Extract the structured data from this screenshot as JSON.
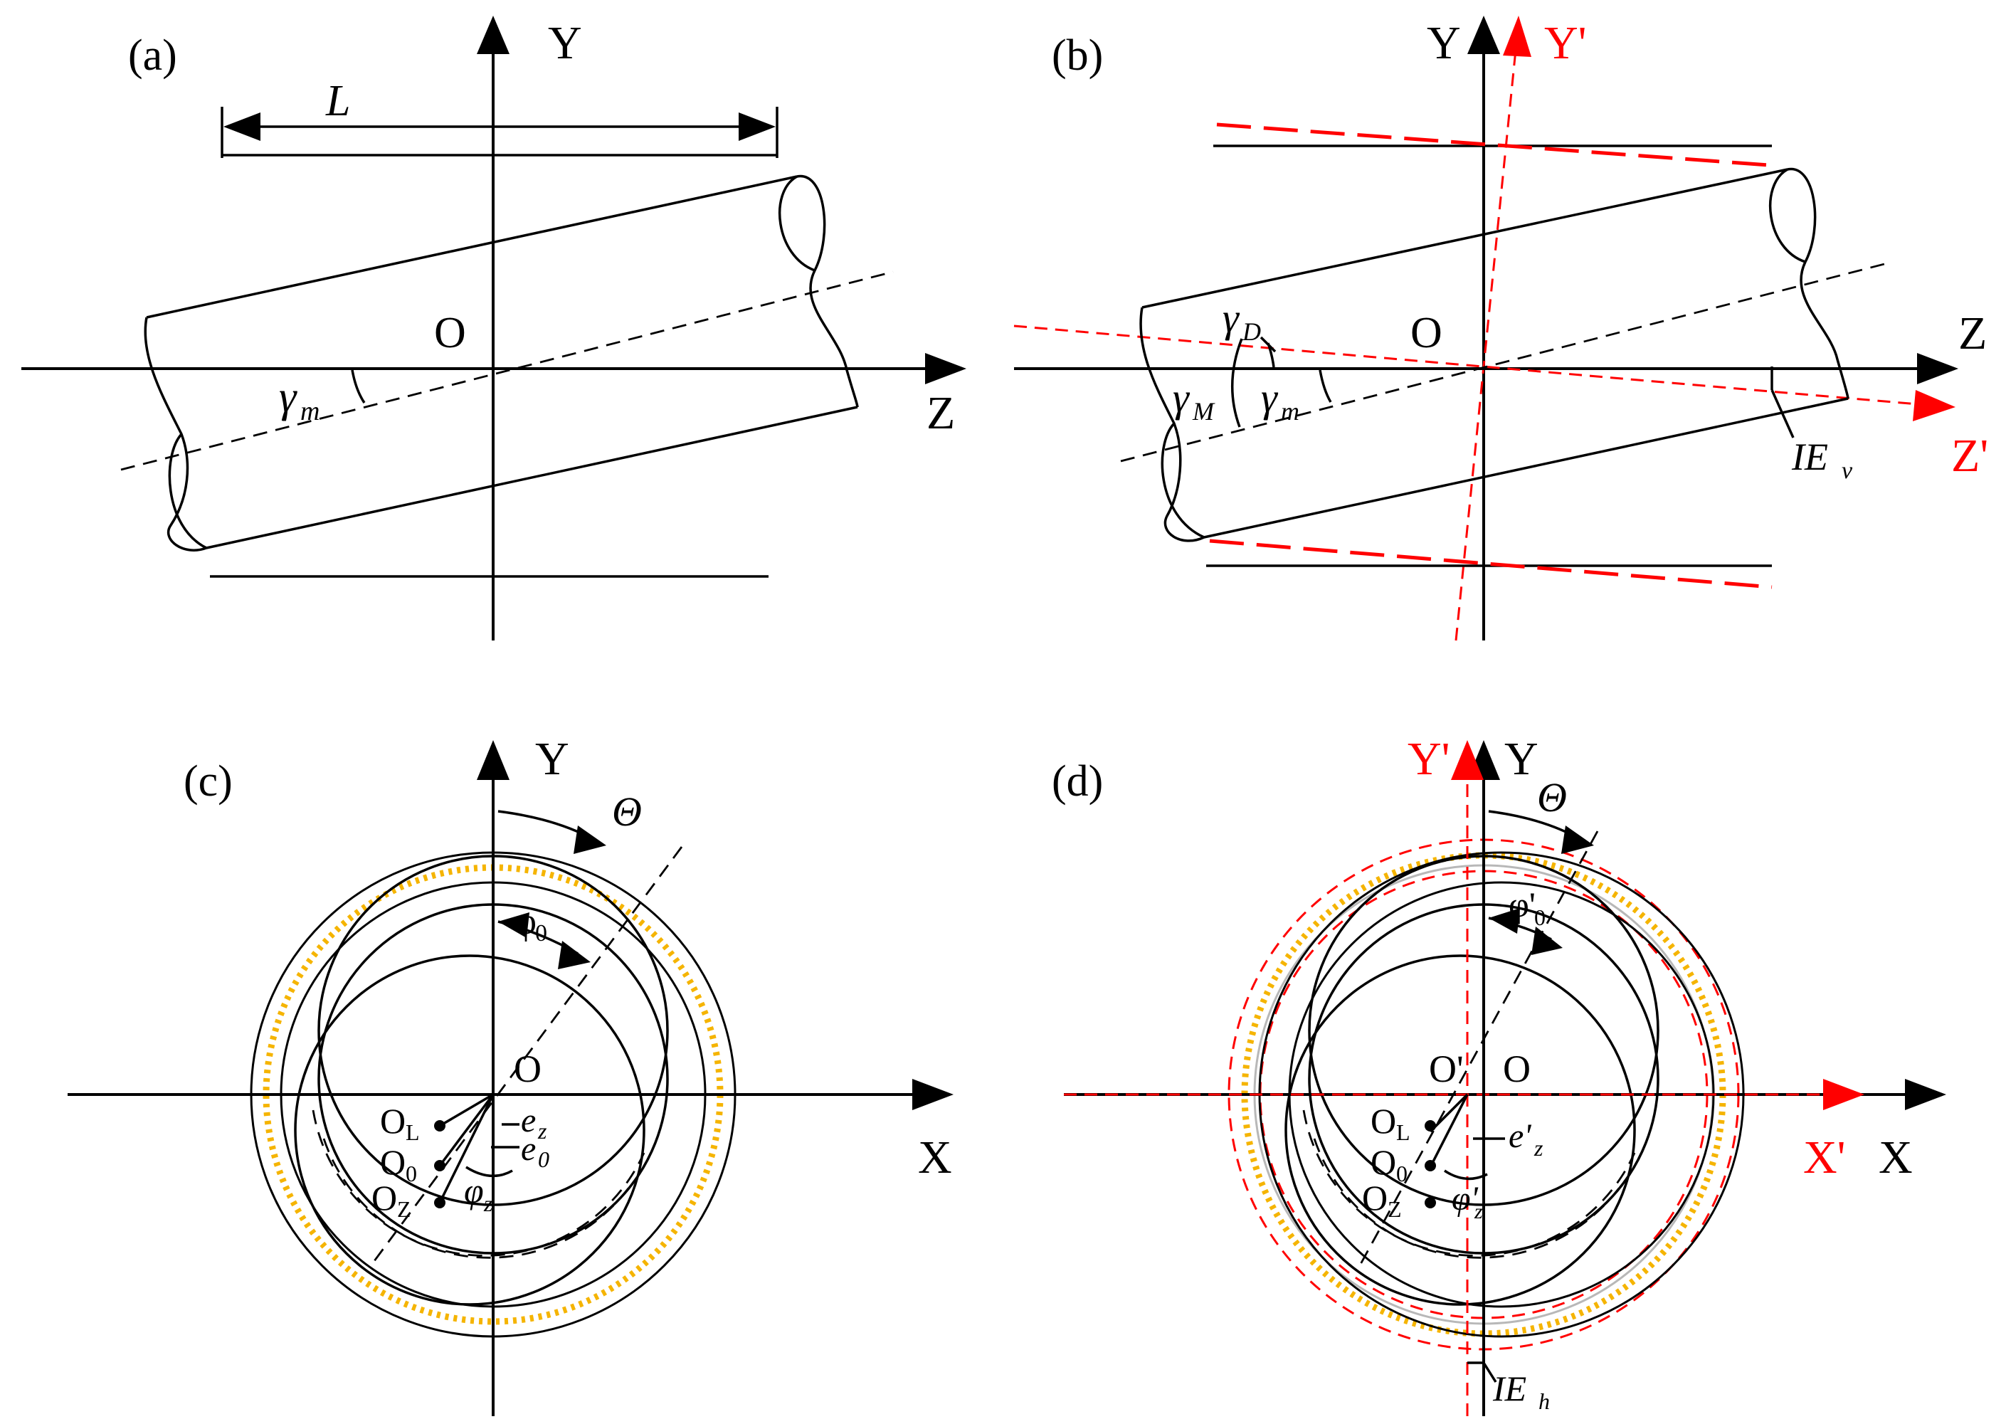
{
  "panels": {
    "a": {
      "tag": "(a)",
      "axis_y": "Y",
      "axis_z": "Z",
      "origin": "O",
      "length": "L",
      "angle_m": "γ",
      "angle_m_sub": "m"
    },
    "b": {
      "tag": "(b)",
      "axis_y": "Y",
      "axis_y_prime": "Y'",
      "axis_z": "Z",
      "axis_z_prime": "Z'",
      "origin": "O",
      "angle_d": "γ",
      "angle_d_sub": "D",
      "angle_M": "γ",
      "angle_M_sub": "M",
      "angle_m": "γ",
      "angle_m_sub": "m",
      "ie_v": "IE",
      "ie_v_sub": "v"
    },
    "c": {
      "tag": "(c)",
      "axis_y": "Y",
      "axis_x": "X",
      "origin": "O",
      "theta": "Θ",
      "phi0": "φ",
      "phi0_sub": "0",
      "ol": "O",
      "ol_sub": "L",
      "o0": "O",
      "o0_sub": "0",
      "oz": "O",
      "oz_sub": "Z",
      "ez": "e",
      "ez_sub": "z",
      "e0": "e",
      "e0_sub": "0",
      "phiz": "φ",
      "phiz_sub": "z"
    },
    "d": {
      "tag": "(d)",
      "axis_y": "Y",
      "axis_y_prime": "Y'",
      "axis_x": "X",
      "axis_x_prime": "X'",
      "origin": "O",
      "origin_prime": "O'",
      "theta": "Θ",
      "phi0p": "φ'",
      "phi0p_sub": "0",
      "ol": "O",
      "ol_sub": "L",
      "o0": "O",
      "o0_sub": "0",
      "oz": "O",
      "oz_sub": "Z",
      "ezp": "e'",
      "ezp_sub": "z",
      "phizp": "φ'",
      "phizp_sub": "z",
      "ie_h": "IE",
      "ie_h_sub": "h"
    }
  },
  "colors": {
    "line": "#000000",
    "misalignment": "#ff0000",
    "hatch": "#f5b400",
    "gray_circle": "#b8b8b8"
  }
}
